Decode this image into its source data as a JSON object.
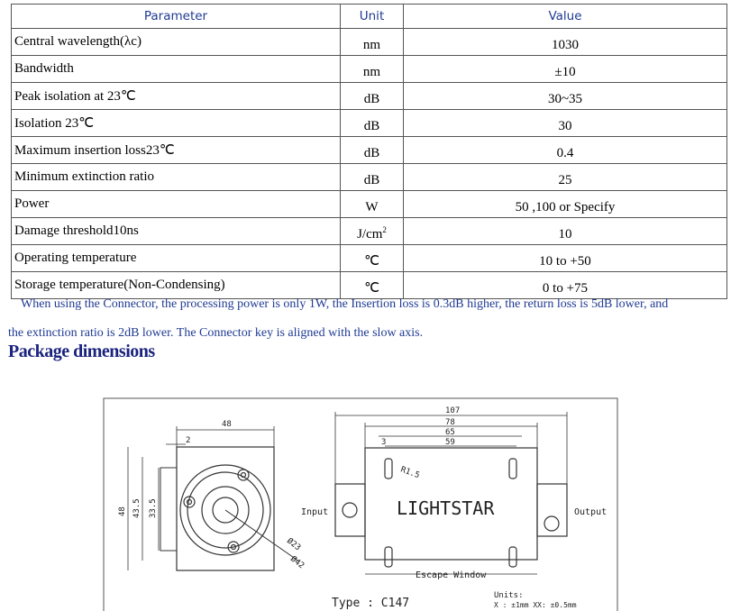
{
  "table": {
    "headers": {
      "parameter": "Parameter",
      "unit": "Unit",
      "value": "Value"
    },
    "rows": [
      {
        "parameter": "Central wavelength(λc)",
        "unit": "nm",
        "value": "1030"
      },
      {
        "parameter": "Bandwidth",
        "unit": "nm",
        "value": "±10"
      },
      {
        "parameter": "Peak isolation at 23℃",
        "unit": "dB",
        "value": "30~35"
      },
      {
        "parameter": "Isolation 23℃",
        "unit": "dB",
        "value": "30"
      },
      {
        "parameter": "Maximum insertion loss23℃",
        "unit": "dB",
        "value": "0.4"
      },
      {
        "parameter": "Minimum extinction ratio",
        "unit": "dB",
        "value": "25"
      },
      {
        "parameter": "Power",
        "unit": "W",
        "value": "50 ,100 or Specify"
      },
      {
        "parameter": "Damage threshold10ns",
        "unit": "J/cm",
        "unit_sup": "2",
        "value": "10"
      },
      {
        "parameter": "Operating temperature",
        "unit": "℃",
        "value": "10 to +50"
      },
      {
        "parameter": "Storage temperature(Non-Condensing)",
        "unit": "℃",
        "value": "0 to +75"
      }
    ]
  },
  "note": {
    "line1": "When using the Connector, the processing power is only 1W, the Insertion loss is 0.3dB higher, the return loss is 5dB lower, and",
    "line2": "the extinction ratio is 2dB lower. The Connector key is aligned with the slow axis."
  },
  "section": {
    "title": "Package dimensions"
  },
  "drawing": {
    "dim_48_top": "48",
    "dim_2": "2",
    "dim_48_side": "48",
    "dim_435": "43.5",
    "dim_335": "33.5",
    "dim_r23": "Ø23",
    "dim_r42": "Ø42",
    "dim_107": "107",
    "dim_78": "78",
    "dim_65": "65",
    "dim_59": "59",
    "dim_3": "3",
    "dim_r15": "R1.5",
    "brand": "LIGHTSTAR",
    "input_label": "Input",
    "output_label": "Output",
    "escape_window": "Escape Window",
    "type_label": "Type : C147",
    "units_label": "Units:",
    "units_detail": "X : ±1mm  XX: ±0.5mm"
  }
}
